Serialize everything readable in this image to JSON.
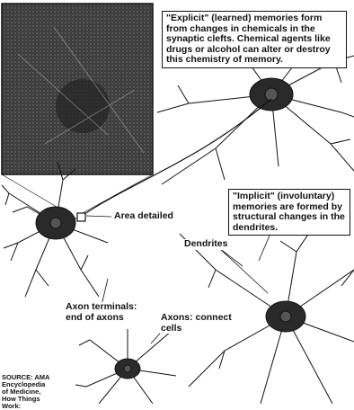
{
  "callouts": {
    "explicit": "\"Explicit\" (learned) memories form from changes in chemicals in the synaptic clefts. Chemical agents like drugs or alcohol can alter or destroy this chemistry of memory.",
    "implicit": "\"Implicit\" (involuntary) memories are formed by structural changes in the dendrites."
  },
  "labels": {
    "area_detailed": "Area detailed",
    "dendrites": "Dendrites",
    "axon_terminals": "Axon terminals: end of axons",
    "axons": "Axons: connect cells"
  },
  "source": "SOURCE: AMA Encyclopedia of Medicine, How Things Work:",
  "colors": {
    "ink": "#111111",
    "inset_bg": "#3a3a3a",
    "paper": "#ffffff"
  }
}
